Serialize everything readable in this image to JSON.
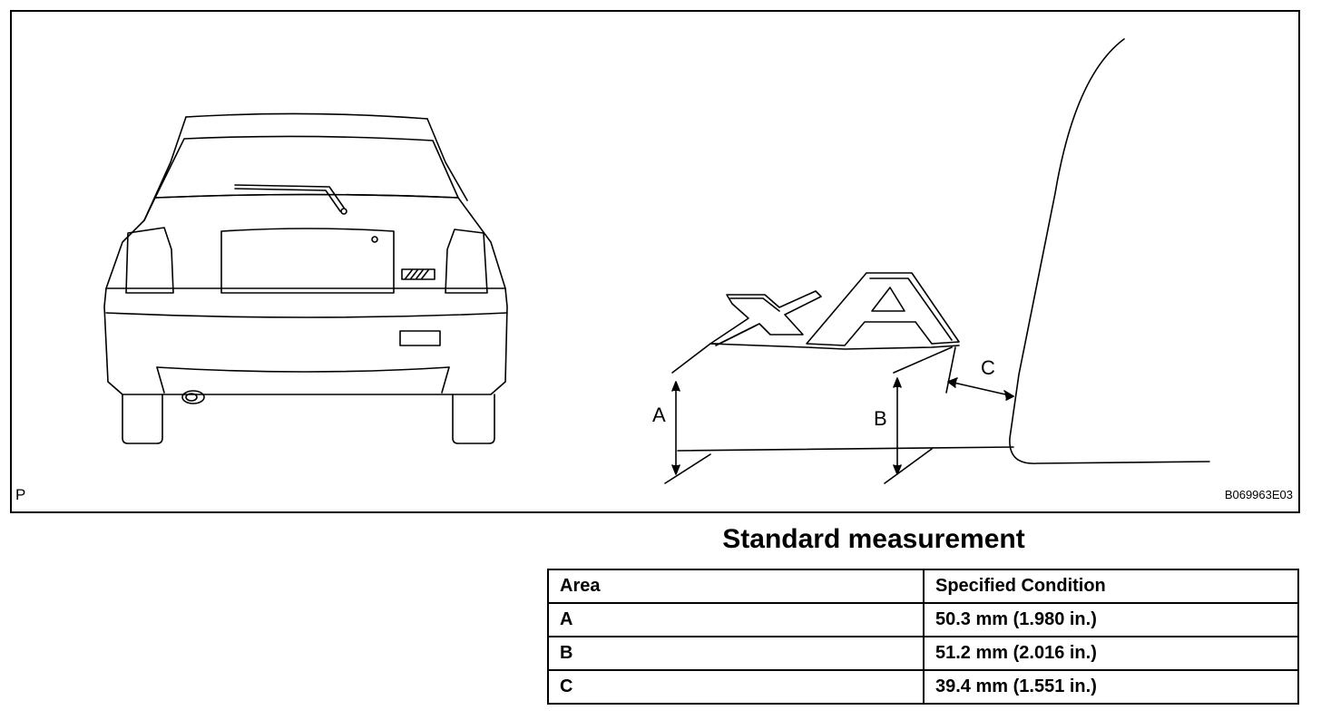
{
  "figure": {
    "corner_mark": "P",
    "figure_code": "B069963E03",
    "dimension_labels": {
      "a": "A",
      "b": "B",
      "c": "C"
    }
  },
  "table": {
    "title": "Standard measurement",
    "headers": {
      "area": "Area",
      "condition": "Specified Condition"
    },
    "rows": [
      {
        "area": "A",
        "condition": "50.3 mm (1.980 in.)"
      },
      {
        "area": "B",
        "condition": "51.2 mm (2.016 in.)"
      },
      {
        "area": "C",
        "condition": "39.4 mm (1.551 in.)"
      }
    ]
  }
}
